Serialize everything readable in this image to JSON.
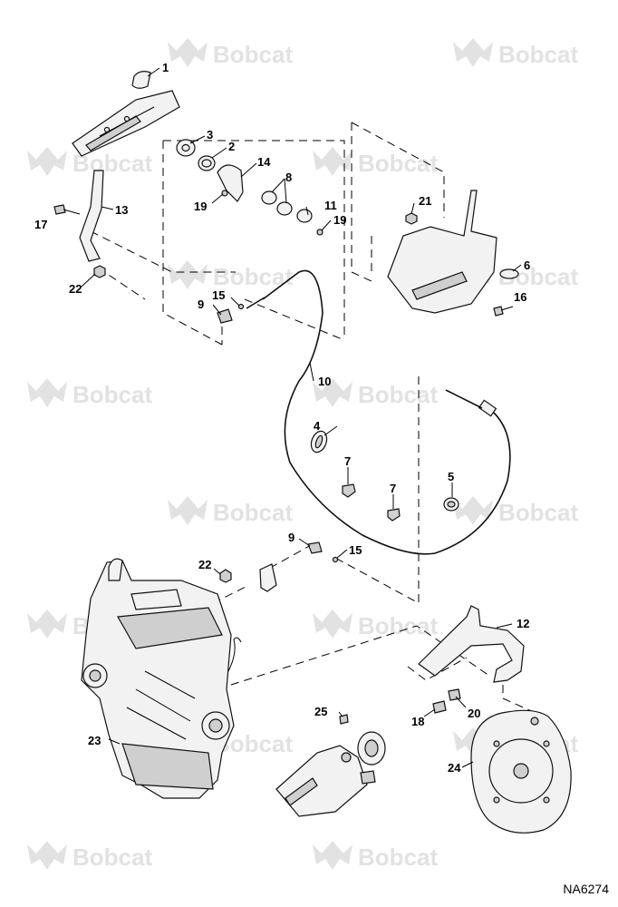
{
  "watermark": {
    "brand": "Bobcat",
    "color": "#e2e2e2"
  },
  "drawing_id": "NA6274",
  "callouts": [
    "1",
    "2",
    "3",
    "4",
    "5",
    "6",
    "7",
    "7",
    "8",
    "9",
    "9",
    "10",
    "11",
    "12",
    "13",
    "14",
    "15",
    "15",
    "16",
    "17",
    "18",
    "19",
    "19",
    "20",
    "21",
    "22",
    "22",
    "23",
    "24",
    "25"
  ]
}
